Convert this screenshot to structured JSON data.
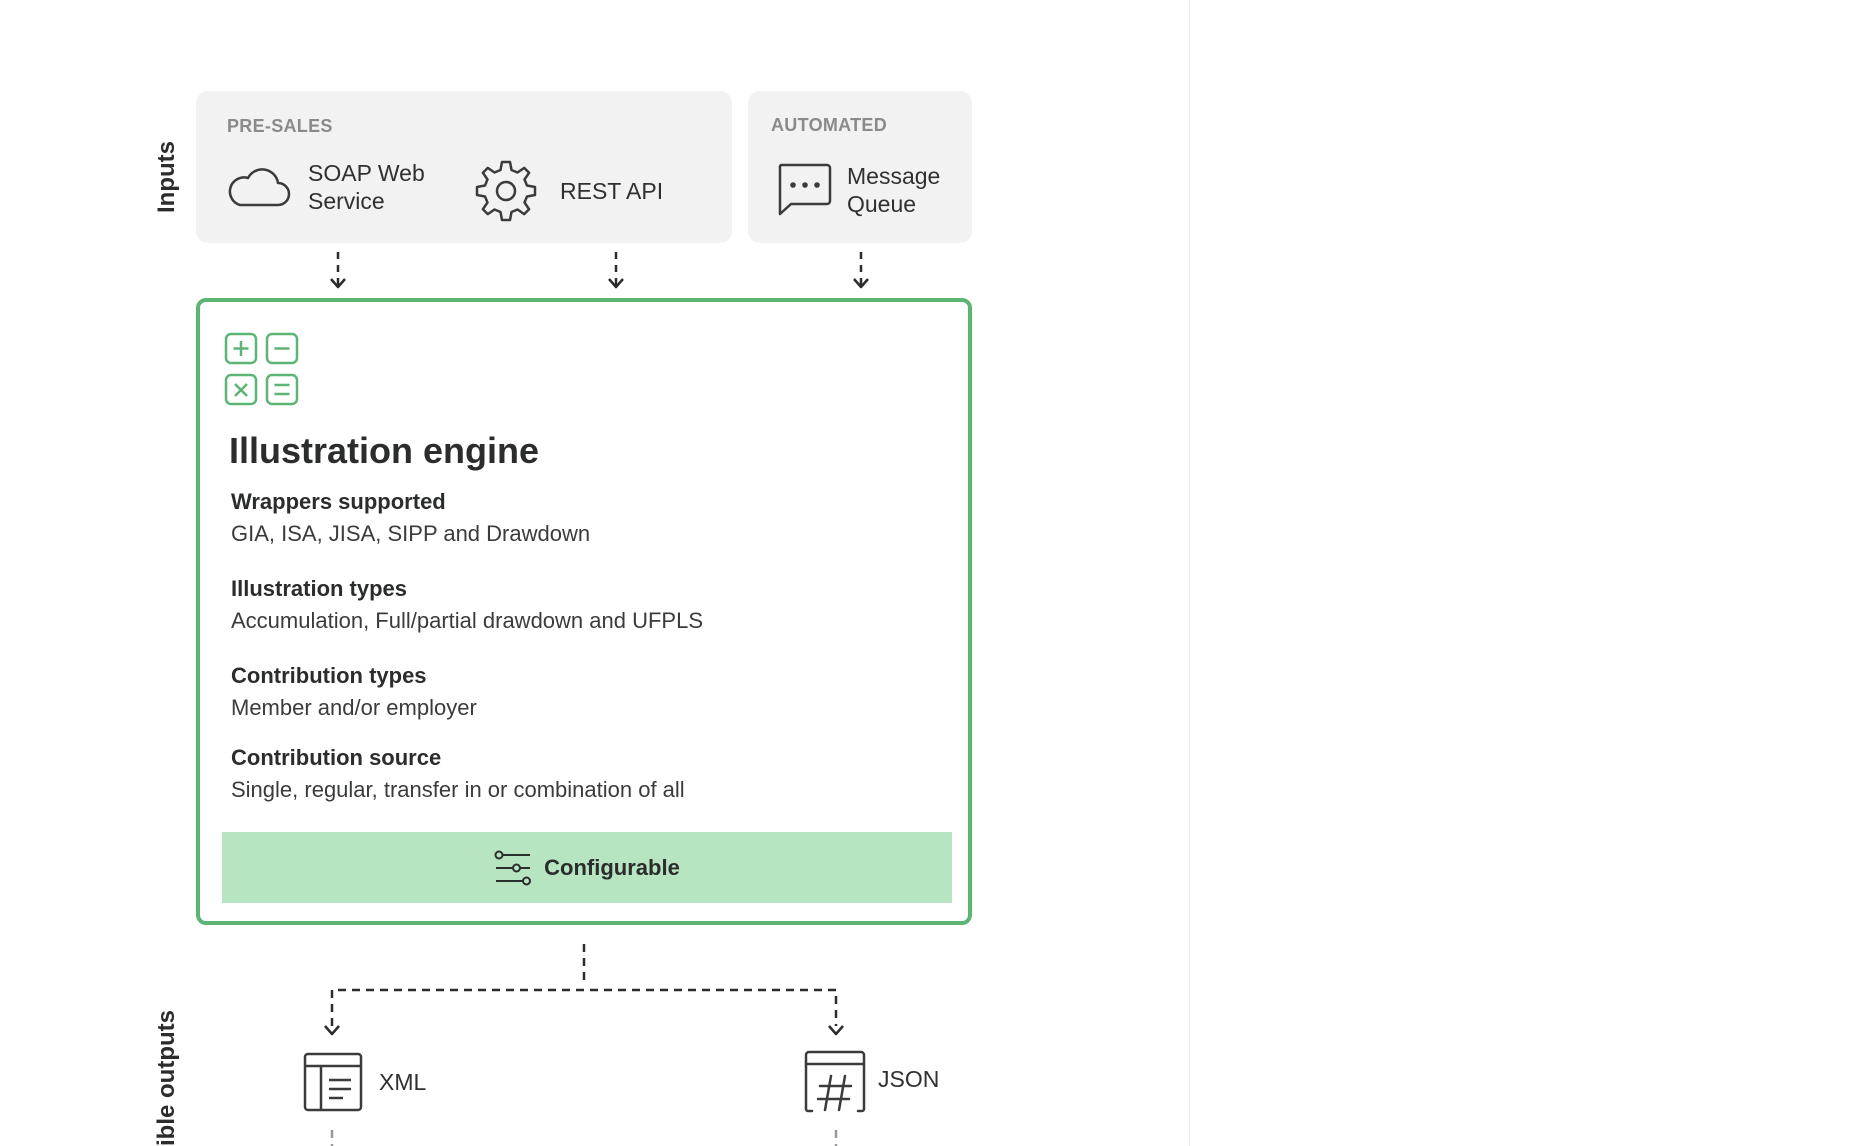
{
  "labels": {
    "inputs": "Inputs",
    "outputs": "ible outputs"
  },
  "presales": {
    "title": "PRE-SALES",
    "items": [
      {
        "label_line1": "SOAP Web",
        "label_line2": "Service",
        "icon": "cloud-icon"
      },
      {
        "label": "REST API",
        "icon": "gear-icon"
      }
    ]
  },
  "automated": {
    "title": "AUTOMATED",
    "items": [
      {
        "label_line1": "Message",
        "label_line2": "Queue",
        "icon": "chat-bubble-icon"
      }
    ]
  },
  "engine": {
    "icon": "calculator-operators-icon",
    "title": "Illustration engine",
    "features": [
      {
        "heading": "Wrappers supported",
        "value": "GIA, ISA, JISA, SIPP and Drawdown"
      },
      {
        "heading": "Illustration types",
        "value": "Accumulation, Full/partial drawdown and UFPLS"
      },
      {
        "heading": "Contribution types",
        "value": "Member and/or employer"
      },
      {
        "heading": "Contribution source",
        "value": "Single, regular, transfer in or combination of all"
      }
    ],
    "config_label": "Configurable",
    "config_icon": "sliders-icon"
  },
  "outputs": [
    {
      "label": "XML",
      "icon": "document-list-icon"
    },
    {
      "label": "JSON",
      "icon": "hash-document-icon"
    }
  ],
  "colors": {
    "accent_green": "#5cb574",
    "config_fill": "#b8e5c1",
    "panel_fill": "#f2f2f2",
    "text_dark": "#2f3130",
    "muted_title": "#8a8a8a"
  }
}
